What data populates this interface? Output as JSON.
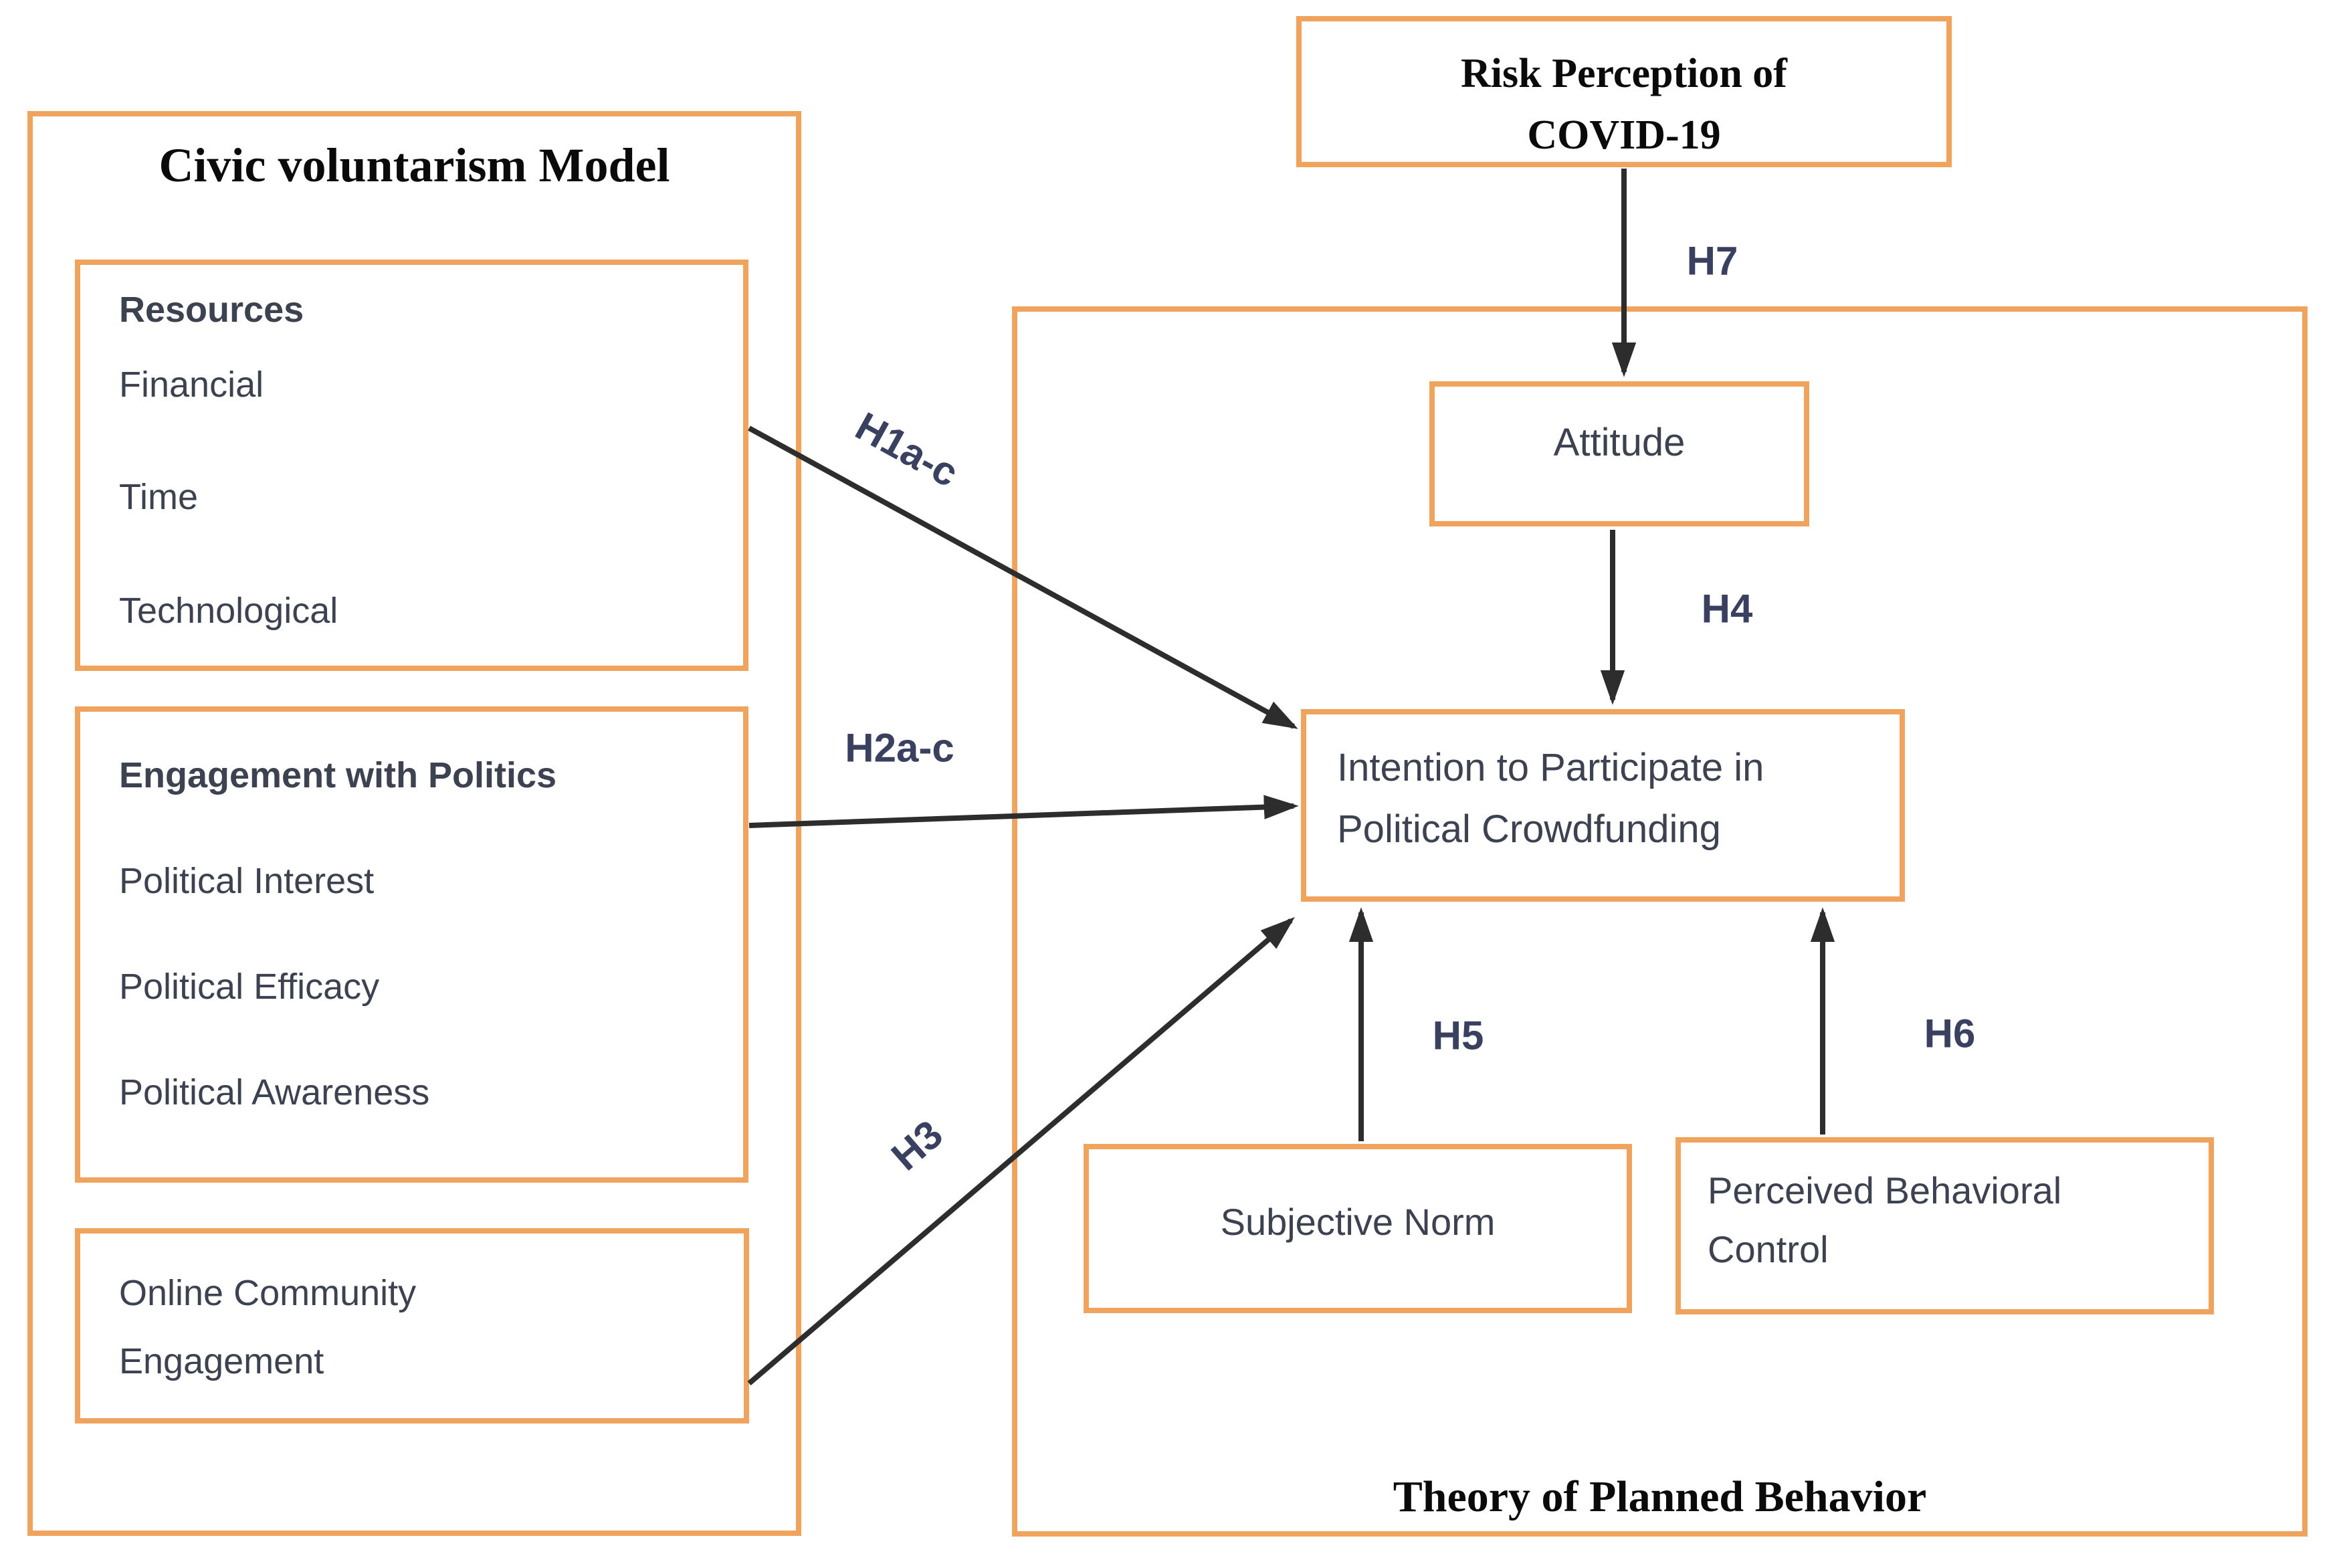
{
  "diagram": {
    "civic": {
      "title": "Civic voluntarism Model"
    },
    "tpb": {
      "title": "Theory of Planned Behavior"
    },
    "risk": {
      "lines": [
        "Risk Perception of",
        "COVID-19"
      ]
    },
    "resources": {
      "heading": "Resources",
      "items": [
        "Financial",
        "Time",
        "Technological"
      ]
    },
    "engagement": {
      "heading": "Engagement with Politics",
      "items": [
        "Political Interest",
        "Political Efficacy",
        "Political Awareness"
      ]
    },
    "online": {
      "lines": [
        "Online Community",
        "Engagement"
      ]
    },
    "attitude": {
      "label": "Attitude"
    },
    "intention": {
      "lines": [
        "Intention to Participate in",
        "Political Crowdfunding"
      ]
    },
    "subjective": {
      "label": "Subjective Norm"
    },
    "pbc": {
      "lines": [
        "Perceived Behavioral",
        "Control"
      ]
    },
    "hypotheses": {
      "h1": "H1a-c",
      "h2": "H2a-c",
      "h3": "H3",
      "h4": "H4",
      "h5": "H5",
      "h6": "H6",
      "h7": "H7"
    },
    "colors": {
      "border": "#f0a35c",
      "arrow": "#2d2d2d",
      "hypothesis_label": "#3a4160",
      "box_text": "#3d4250",
      "title_text": "#0a0a0a"
    }
  }
}
